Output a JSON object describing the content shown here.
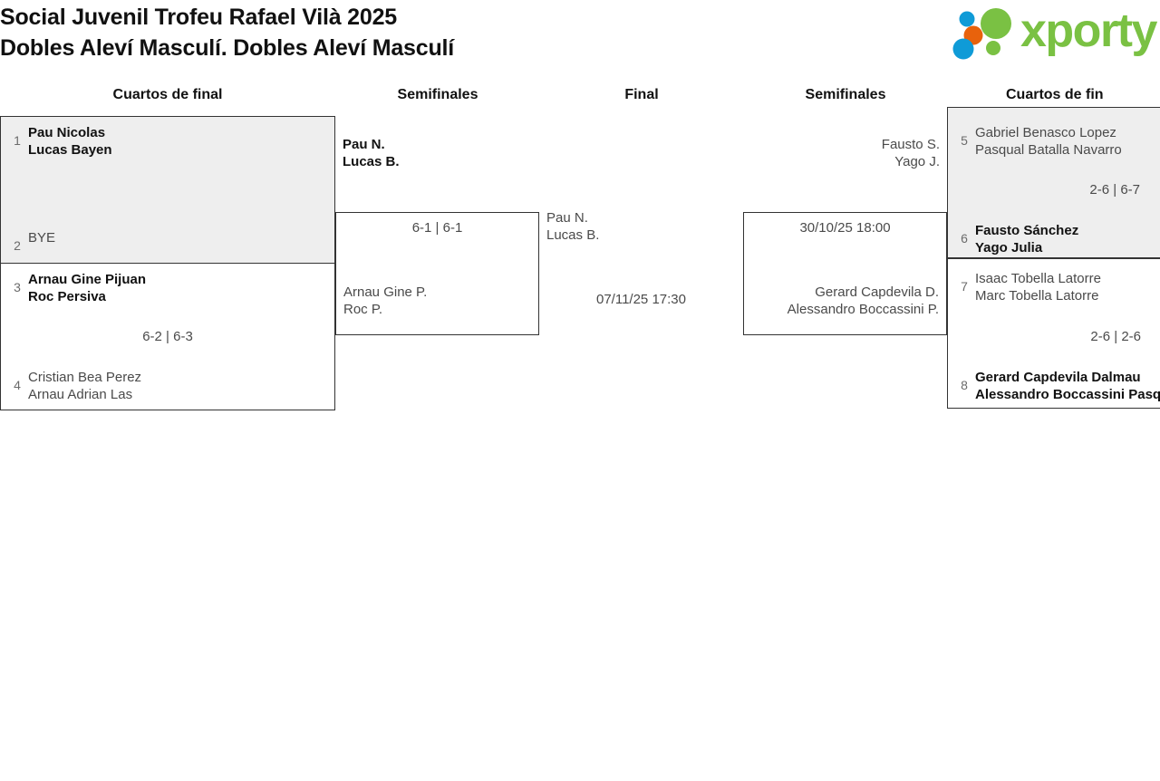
{
  "header": {
    "title_line1": "Social Juvenil Trofeu Rafael Vilà 2025",
    "title_line2": "Dobles Aleví Masculí. Dobles Aleví Masculí",
    "logo_text": "xporty"
  },
  "rounds": [
    {
      "label": "Cuartos de final"
    },
    {
      "label": "Semifinales"
    },
    {
      "label": "Final"
    },
    {
      "label": "Semifinales"
    },
    {
      "label": "Cuartos de fin"
    }
  ],
  "bracket": {
    "left_quarterfinals": [
      {
        "top": {
          "seed": "1",
          "player1": "Pau Nicolas",
          "player2": "Lucas Bayen",
          "winner": true
        },
        "bottom": {
          "seed": "2",
          "player1": "BYE",
          "player2": "",
          "winner": false
        },
        "score": ""
      },
      {
        "top": {
          "seed": "3",
          "player1": "Arnau Gine Pijuan",
          "player2": "Roc Persiva",
          "winner": true
        },
        "bottom": {
          "seed": "4",
          "player1": "Cristian Bea Perez",
          "player2": "Arnau Adrian Las",
          "winner": false
        },
        "score": "6-2 | 6-3"
      }
    ],
    "left_semifinal": {
      "top": {
        "player1": "Pau N.",
        "player2": "Lucas B.",
        "winner": true
      },
      "bottom": {
        "player1": "Arnau Gine P.",
        "player2": "Roc P.",
        "winner": false
      },
      "score": "6-1 | 6-1"
    },
    "final": {
      "top": {
        "player1": "Pau N.",
        "player2": "Lucas B.",
        "winner": false
      },
      "date": "07/11/25 17:30"
    },
    "right_semifinal": {
      "top": {
        "player1": "Fausto S.",
        "player2": "Yago J.",
        "winner": false
      },
      "bottom": {
        "player1": "Gerard Capdevila D.",
        "player2": "Alessandro Boccassini P.",
        "winner": false
      },
      "score": "30/10/25 18:00"
    },
    "right_quarterfinals": [
      {
        "top": {
          "seed": "5",
          "player1": "Gabriel Benasco Lopez",
          "player2": "Pasqual Batalla Navarro",
          "winner": false
        },
        "bottom": {
          "seed": "6",
          "player1": "Fausto Sánchez",
          "player2": "Yago Julia",
          "winner": true
        },
        "score": "2-6 | 6-7"
      },
      {
        "top": {
          "seed": "7",
          "player1": "Isaac Tobella Latorre",
          "player2": "Marc Tobella Latorre",
          "winner": false
        },
        "bottom": {
          "seed": "8",
          "player1": "Gerard Capdevila Dalmau",
          "player2": "Alessandro Boccassini Pasq",
          "winner": true
        },
        "score": "2-6 | 2-6"
      }
    ]
  },
  "colors": {
    "logo_green": "#7ac143",
    "logo_blue": "#0f9bd7",
    "logo_orange": "#e8620c",
    "box_border": "#333333",
    "box_shaded": "#eeeeee"
  }
}
